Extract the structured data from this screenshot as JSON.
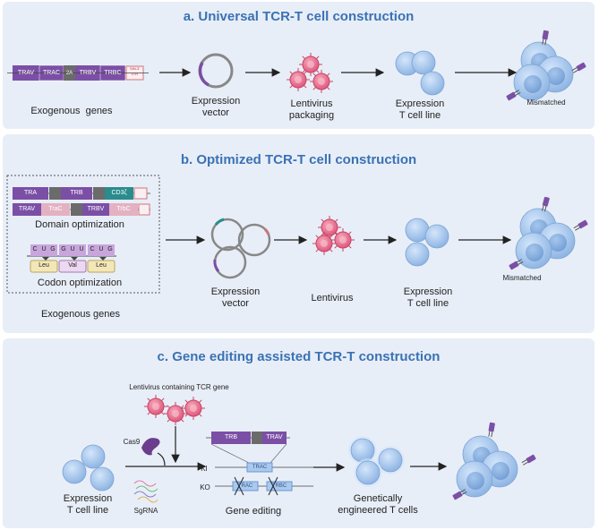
{
  "panel_a": {
    "title": "a. Universal TCR-T cell construction",
    "genes": [
      "TRAV",
      "TRAC",
      "2A",
      "TRBV",
      "TRBC",
      "SIN-3' LTR"
    ],
    "exogenous_label": "Exogenous  genes",
    "vector_label_1": "Expression",
    "vector_label_2": "vector",
    "lenti_label_1": "Lentivirus",
    "lenti_label_2": "packaging",
    "tcell_label_1": "Expression",
    "tcell_label_2": "T cell line",
    "mismatched": "Mismatched"
  },
  "panel_b": {
    "title": "b. Optimized TCR-T cell construction",
    "row1": [
      "TRA",
      "TRB",
      "CD3ζ"
    ],
    "row2": [
      "TRAV",
      "TraC",
      "TRBV",
      "TrbC"
    ],
    "domain_label": "Domain optimization",
    "codons": [
      "C",
      "U",
      "G",
      "G",
      "U",
      "U",
      "C",
      "U",
      "G"
    ],
    "amino": [
      "Leu",
      "Val",
      "Leu"
    ],
    "codon_label": "Codon optimization",
    "exogenous_label": "Exogenous genes",
    "vector_label_1": "Expression",
    "vector_label_2": "vector",
    "lenti_label": "Lentivirus",
    "tcell_label_1": "Expression",
    "tcell_label_2": "T cell line",
    "mismatched": "Mismatched"
  },
  "panel_c": {
    "title": "c. Gene editing assisted TCR-T construction",
    "lenti_label": "Lentivirus containing TCR gene",
    "cas9": "Cas9",
    "sgrna": "SgRNA",
    "tcell_label_1": "Expression",
    "tcell_label_2": "T cell line",
    "ki": "KI",
    "ko": "KO",
    "ki_genes": [
      "TRB",
      "TRAV"
    ],
    "ki_target": "TRAC",
    "ko_targets": [
      "TRAC",
      "TRBC"
    ],
    "edit_label": "Gene editing",
    "engineered_1": "Genetically",
    "engineered_2": "engineered T cells"
  },
  "colors": {
    "panel_bg": "#e8eef7",
    "title": "#3a72b5",
    "gene_purple": "#7b4fa6",
    "gene_gray": "#6b6b6b",
    "gene_teal": "#2a8c8c",
    "gene_pink": "#e3b2c2",
    "cell_blue": "#a9c9ee",
    "virus_pink": "#e86a8a"
  }
}
